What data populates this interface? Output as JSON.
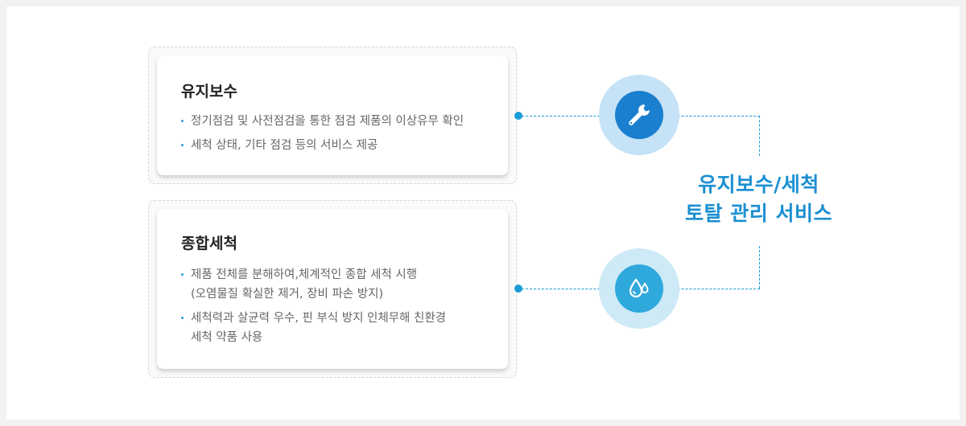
{
  "cards": [
    {
      "title": "유지보수",
      "bullets": [
        "정기점검 및 사전점검을 통한 점검 제품의 이상유무 확인",
        "세척 상태, 기타 점검 등의 서비스 제공"
      ]
    },
    {
      "title": "종합세척",
      "bullets": [
        "제품 전체를 분해하여,체계적인 종합 세척 시행\n(오염물질 확실한 제거, 장비 파손 방지)",
        "세척력과 살균력 우수, 핀 부식 방지 인체무해 친환경\n세척 약품 사용"
      ]
    }
  ],
  "center_title": {
    "line1": "유지보수/세척",
    "line2": "토탈 관리 서비스"
  },
  "icons": [
    "wrench-icon",
    "water-drop-icon"
  ],
  "colors": {
    "accent": "#1b8fd2",
    "wrench_circle": "#1a7fcf",
    "wrench_halo": "#c5e2f6",
    "drop_circle": "#2fa9dc",
    "drop_halo": "#cdeaf6"
  }
}
